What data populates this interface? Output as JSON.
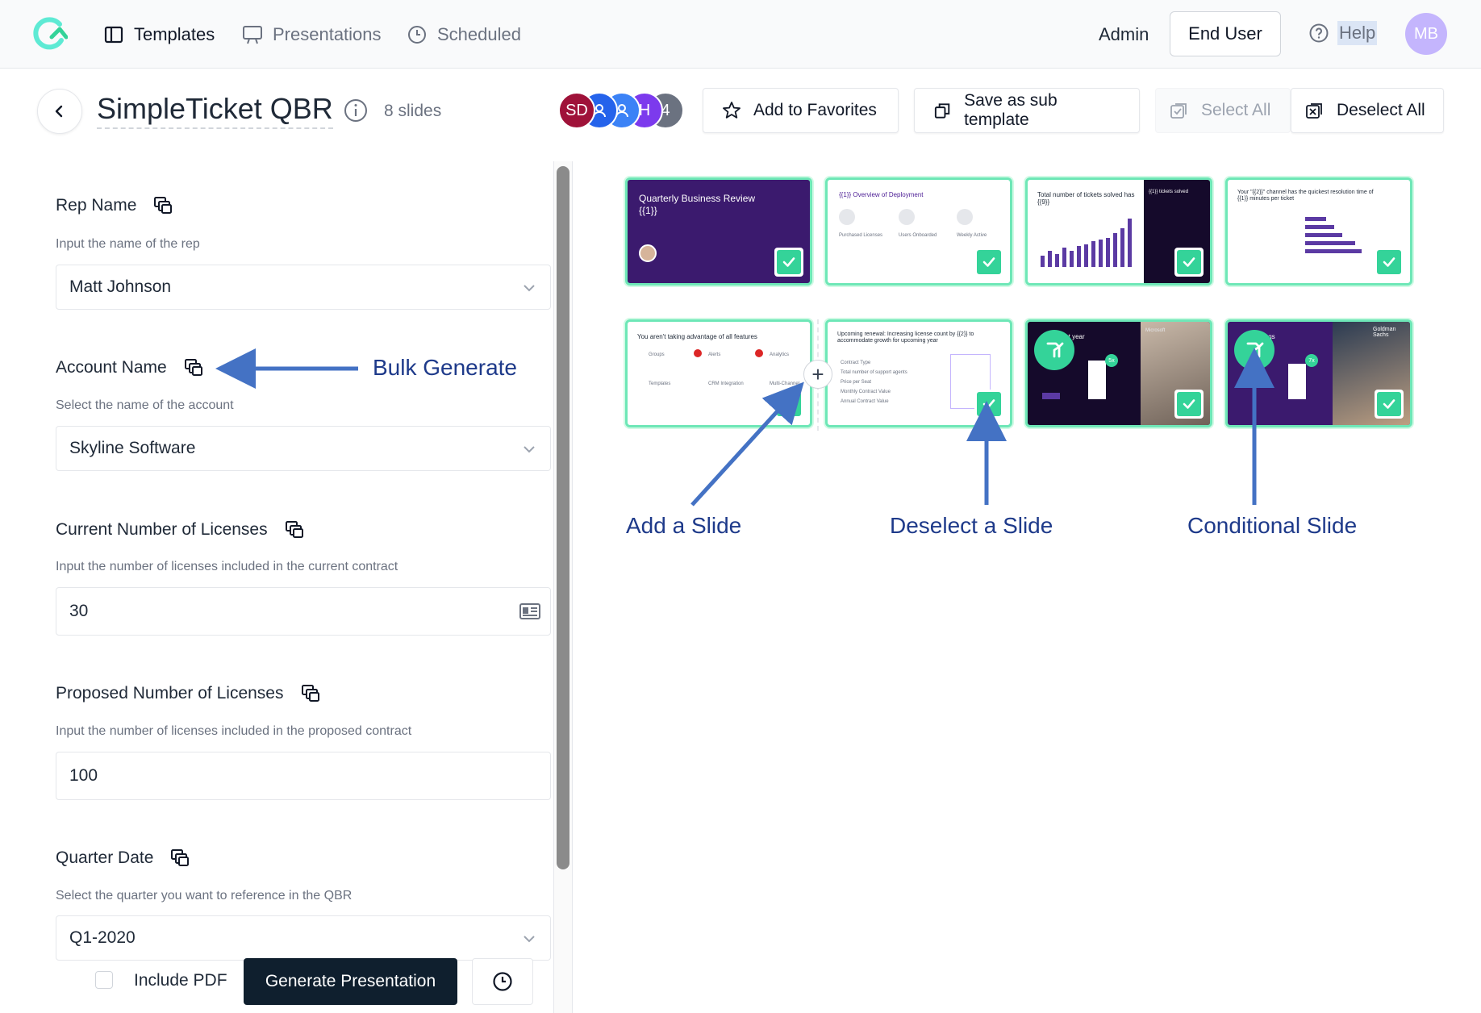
{
  "nav": {
    "templates": "Templates",
    "presentations": "Presentations",
    "scheduled": "Scheduled",
    "admin": "Admin",
    "end_user": "End User",
    "help": "Help",
    "avatar_initials": "MB"
  },
  "header": {
    "title": "SimpleTicket QBR",
    "slides_count": "8 slides",
    "collaborators": [
      "SD",
      "",
      "",
      "H",
      "4"
    ],
    "add_favorites": "Add to Favorites",
    "save_sub_template": "Save as sub template",
    "select_all": "Select All",
    "deselect_all": "Deselect All"
  },
  "form": {
    "rep_name": {
      "label": "Rep Name",
      "help": "Input the name of the rep",
      "value": "Matt Johnson"
    },
    "account_name": {
      "label": "Account Name",
      "help": "Select the name of the account",
      "value": "Skyline Software"
    },
    "current_licenses": {
      "label": "Current Number of Licenses",
      "help": "Input the number of licenses included in the current contract",
      "value": "30"
    },
    "proposed_licenses": {
      "label": "Proposed Number of Licenses",
      "help": "Input the number of licenses included in the proposed contract",
      "value": "100"
    },
    "quarter_date": {
      "label": "Quarter Date",
      "help": "Select the quarter you want to reference in the QBR",
      "value": "Q1-2020"
    },
    "include_pdf": "Include PDF",
    "generate": "Generate Presentation"
  },
  "slides": {
    "s1_title": "Quarterly Business Review",
    "s1_var": "{{1}}",
    "s2_title": "{{1}} Overview of Deployment",
    "s2_a": "Purchased Licenses",
    "s2_b": "Users Onboarded",
    "s2_c": "Weekly Active",
    "s3_title": "Total number of tickets solved has {{9}}",
    "s3_side": "{{1}} tickets solved",
    "s4_title": "Your \"{{2}}\" channel has the quickest resolution time of {{1}} minutes per ticket",
    "s5_title": "You aren't taking advantage of all features",
    "s5_items": [
      "Groups",
      "Alerts",
      "Analytics",
      "Templates",
      "CRM Integration",
      "Multi-Channel"
    ],
    "s6_title": "Upcoming renewal: Increasing license count by {{2}} to accommodate growth for upcoming year",
    "s6_rows": [
      "Contract Type",
      "Total number of support agents",
      "Price per Seat",
      "Monthly Contract Value",
      "Annual Contract Value"
    ],
    "s7_title": "first year",
    "s7_brand": "Microsoft",
    "s7_badge": "5x",
    "s8_title": "vings",
    "s8_brand": "Goldman Sachs",
    "s8_badge": "7x"
  },
  "annotations": {
    "bulk_generate": "Bulk Generate",
    "add_slide": "Add a Slide",
    "deselect_slide": "Deselect a Slide",
    "conditional_slide": "Conditional Slide"
  },
  "colors": {
    "accent_green": "#34d399",
    "slide_purple": "#3b1a6e",
    "annotation_blue": "#4472c4",
    "primary_dark": "#0f1f2e"
  }
}
